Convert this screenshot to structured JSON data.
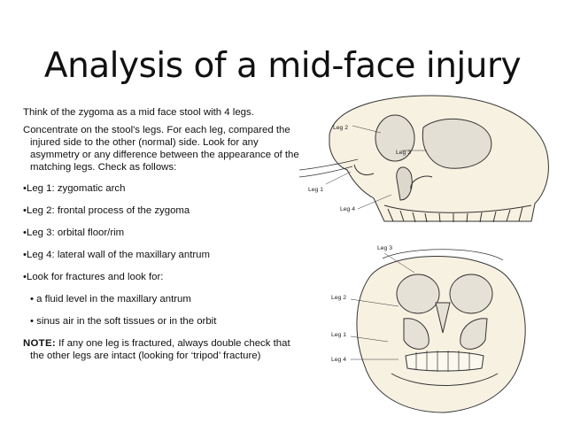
{
  "slide": {
    "title": "Analysis of a mid-face injury",
    "intro": "Think of the zygoma as a mid face stool with 4 legs.",
    "instructions": "Concentrate on the stool's legs. For each leg, compared the injured side to the other (normal) side. Look for any asymmetry or any difference between the appearance of the matching legs. Check as follows:",
    "bullets": [
      "•Leg 1: zygomatic arch",
      "•Leg 2: frontal process of the zygoma",
      "•Leg 3: orbital floor/rim",
      "•Leg 4: lateral wall of the maxillary antrum",
      "•Look for fractures and look for:"
    ],
    "sub_bullets": [
      "• a fluid level in the maxillary antrum",
      "• sinus air in the soft tissues or in the orbit"
    ],
    "note_label": "NOTE:",
    "note_text": " If any one leg is fractured, always double check that the other legs are intact (looking for ‘tripod’ fracture)"
  },
  "figures": {
    "oblique_skull": {
      "labels": [
        "Leg 2",
        "Leg 3",
        "Leg 1",
        "Leg 4"
      ]
    },
    "frontal_skull": {
      "labels": [
        "Leg 3",
        "Leg 2",
        "Leg 1",
        "Leg 4"
      ]
    }
  }
}
